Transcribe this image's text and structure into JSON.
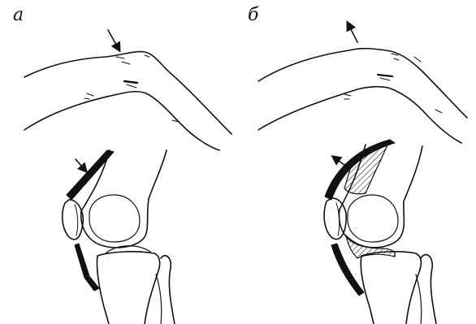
{
  "figure": {
    "panels": [
      {
        "label": "а",
        "arrow_direction": "inward"
      },
      {
        "label": "б",
        "arrow_direction": "outward"
      }
    ],
    "colors": {
      "ink": "#111111",
      "background": "#ffffff"
    }
  }
}
